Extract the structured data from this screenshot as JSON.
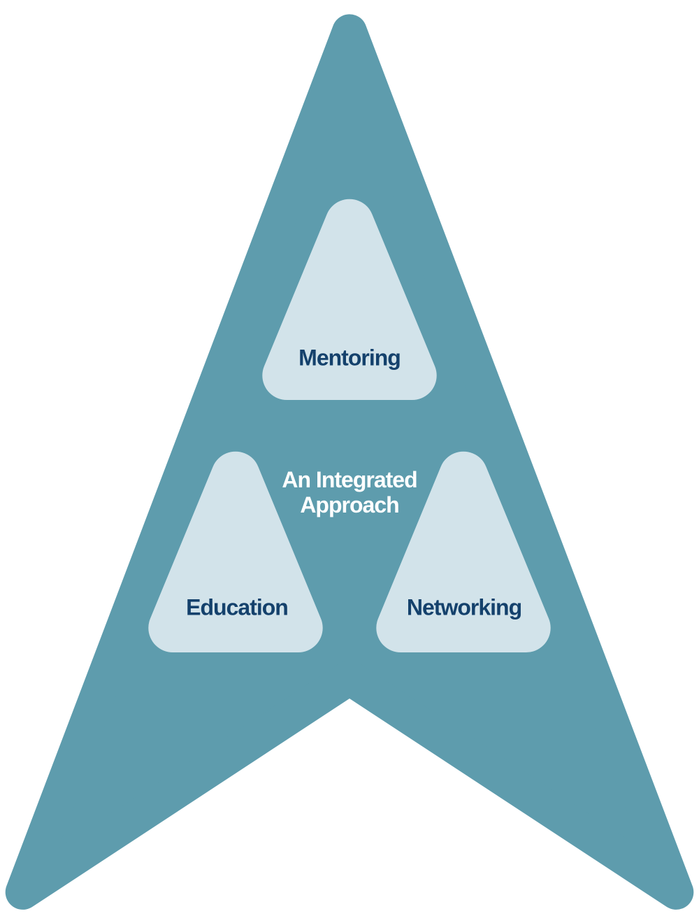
{
  "diagram": {
    "center_title": {
      "line1": "An Integrated",
      "line2": "Approach"
    },
    "triangles": {
      "top": {
        "label": "Mentoring"
      },
      "left": {
        "label": "Education"
      },
      "right": {
        "label": "Networking"
      }
    },
    "colors": {
      "arrow_fill": "#5E9CAD",
      "triangle_fill": "#D2E3EA",
      "label_text": "#14416C",
      "title_text": "#FFFFFF",
      "background": "#FFFFFF"
    }
  }
}
